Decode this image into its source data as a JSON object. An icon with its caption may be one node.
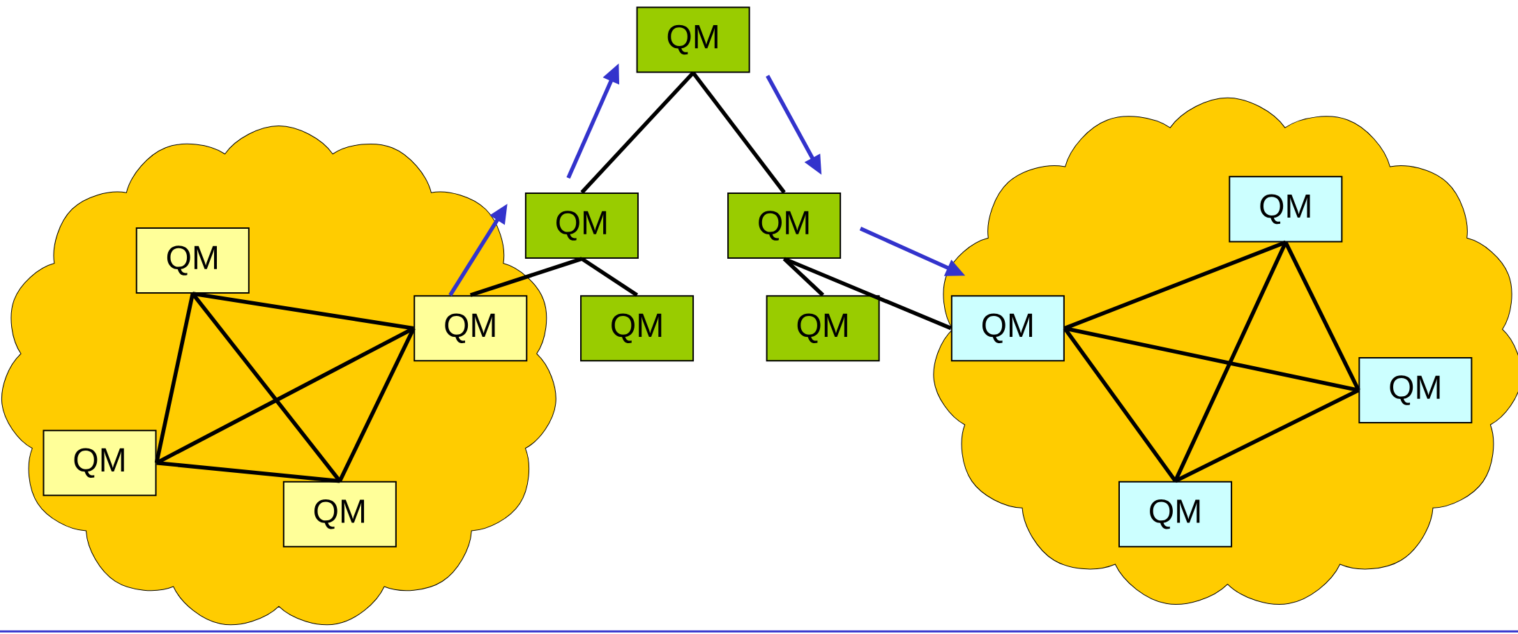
{
  "diagram": {
    "nodes": [
      {
        "text": [],
        "shape": "cloud"
      },
      {
        "text": [
          "QM"
        ],
        "in": 0
      },
      {
        "text": [
          "QM"
        ],
        "in": 0
      },
      {
        "text": [
          "QM"
        ],
        "in": 0
      },
      {
        "text": [
          "QM"
        ],
        "in": 0
      },
      {
        "text": [
          "QM"
        ]
      },
      {
        "text": [
          "QM"
        ]
      },
      {
        "text": [
          "QM"
        ]
      },
      {
        "text": [
          "QM"
        ]
      },
      {
        "text": [
          "QM"
        ]
      },
      {
        "text": [],
        "shape": "cloud"
      },
      {
        "text": [
          "QM"
        ],
        "in": 10
      },
      {
        "text": [
          "QM"
        ],
        "in": 10
      },
      {
        "text": [
          "QM"
        ],
        "in": 10
      },
      {
        "text": [
          "QM"
        ],
        "in": 10
      }
    ],
    "edges": [
      {
        "from": 1,
        "to": 2,
        "arrow": "none"
      },
      {
        "from": 1,
        "to": 3,
        "arrow": "none"
      },
      {
        "from": 1,
        "to": 4,
        "arrow": "none"
      },
      {
        "from": 3,
        "to": 2,
        "arrow": "none"
      },
      {
        "from": 3,
        "to": 4,
        "arrow": "none"
      },
      {
        "from": 4,
        "to": 2,
        "arrow": "none"
      },
      {
        "from": 2,
        "to": 6,
        "arrow": "none"
      },
      {
        "from": 6,
        "to": 8,
        "arrow": "none"
      },
      {
        "from": 6,
        "to": 5,
        "arrow": "none"
      },
      {
        "from": 5,
        "to": 7,
        "arrow": "none"
      },
      {
        "from": 7,
        "to": 9,
        "arrow": "none"
      },
      {
        "from": 7,
        "to": 12,
        "arrow": "none"
      },
      {
        "from": 12,
        "to": 11,
        "arrow": "none"
      },
      {
        "from": 12,
        "to": 13,
        "arrow": "none"
      },
      {
        "from": 12,
        "to": 14,
        "arrow": "none"
      },
      {
        "from": 11,
        "to": 13,
        "arrow": "none"
      },
      {
        "from": 11,
        "to": 14,
        "arrow": "none"
      },
      {
        "from": 14,
        "to": 13,
        "arrow": "none"
      },
      {
        "from": 2,
        "to": 6,
        "arrow": "to",
        "color": "#3333cc"
      },
      {
        "from": 6,
        "to": 5,
        "arrow": "to",
        "color": "#3333cc"
      },
      {
        "from": 5,
        "to": 7,
        "arrow": "to",
        "color": "#3333cc"
      },
      {
        "from": 7,
        "to": 12,
        "arrow": "to",
        "color": "#3333cc"
      }
    ]
  }
}
